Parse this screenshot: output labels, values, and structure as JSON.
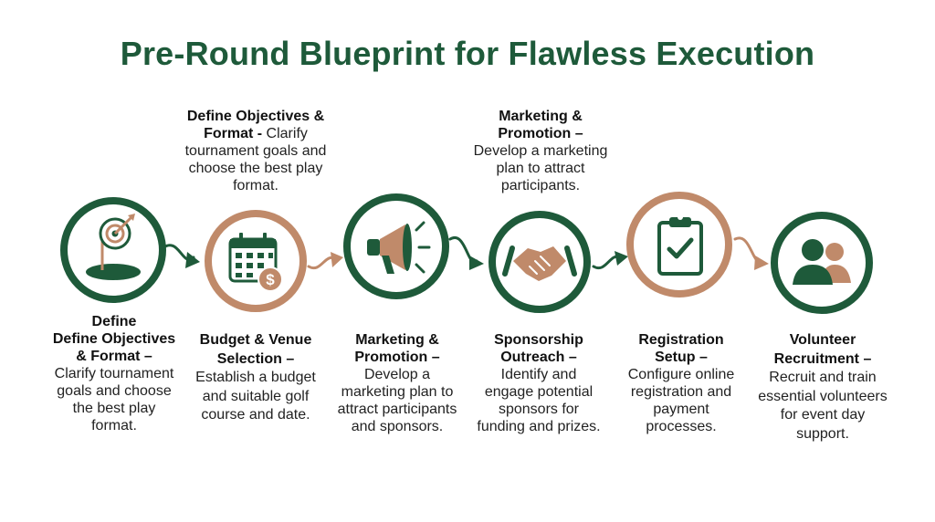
{
  "title": "Pre-Round Blueprint for Flawless Execution",
  "colors": {
    "green": "#1e5a3a",
    "tan": "#c08a6a",
    "text": "#222222"
  },
  "callouts": {
    "top1": {
      "heading": "Define Objectives & Format -",
      "body": "Clarify tournament goals and choose the best play format."
    },
    "top2": {
      "heading": "Marketing & Promotion –",
      "body": "Develop a marketing plan to attract participants."
    }
  },
  "steps": [
    {
      "icon": "golf-target-icon",
      "pre": "Define",
      "heading": "Define Objectives & Format –",
      "body": "Clarify tournament goals and choose the best play format."
    },
    {
      "icon": "calendar-dollar-icon",
      "heading": "Budget & Venue Selection –",
      "body": "Establish a budget and suitable golf course and date."
    },
    {
      "icon": "megaphone-icon",
      "heading": "Marketing & Promotion –",
      "body": "Develop a marketing plan to attract participants and sponsors."
    },
    {
      "icon": "handshake-icon",
      "heading": "Sponsorship Outreach –",
      "body": "Identify and engage potential sponsors for funding and prizes."
    },
    {
      "icon": "clipboard-check-icon",
      "heading": "Registration Setup –",
      "body": "Configure online registration and payment processes."
    },
    {
      "icon": "volunteers-icon",
      "heading": "Volunteer Recruitment –",
      "body": "Recruit and train essential volunteers for event day support."
    }
  ]
}
